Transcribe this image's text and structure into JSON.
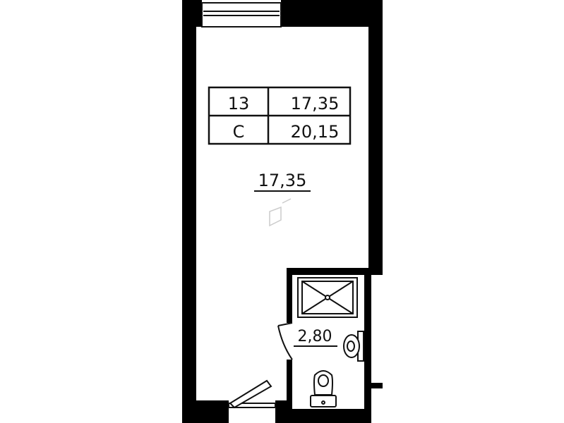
{
  "plan": {
    "info_table": {
      "apartment_number": "13",
      "living_area": "17,35",
      "type_code": "C",
      "total_area": "20,15"
    },
    "rooms": {
      "main_room_area": "17,35",
      "bathroom_area": "2,80"
    }
  },
  "colors": {
    "wall": "#000000",
    "floor": "#ffffff",
    "line": "#111111",
    "faint": "#cccccc"
  }
}
